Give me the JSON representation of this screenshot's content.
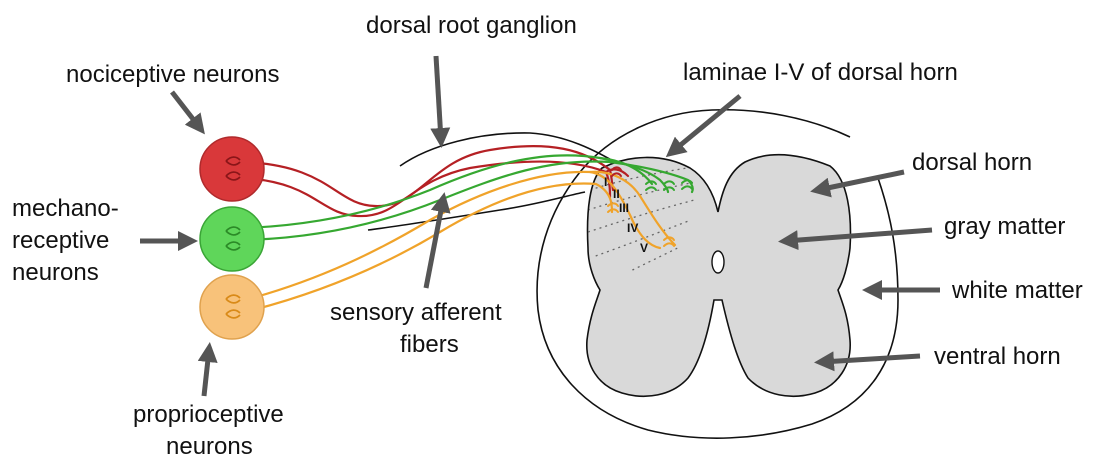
{
  "labels": {
    "dorsal_root_ganglion": "dorsal root ganglion",
    "nociceptive_neurons": "nociceptive neurons",
    "laminae": "laminae I-V of dorsal horn",
    "dorsal_horn": "dorsal horn",
    "mechano_line1": "mechano-",
    "mechano_line2": "receptive",
    "mechano_line3": "neurons",
    "gray_matter": "gray matter",
    "white_matter": "white matter",
    "sensory_line1": "sensory afferent",
    "sensory_line2": "fibers",
    "ventral_horn": "ventral horn",
    "proprio_line1": "proprioceptive",
    "proprio_line2": "neurons"
  },
  "lamina_labels": [
    "I",
    "II",
    "III",
    "IV",
    "V"
  ],
  "colors": {
    "nociceptive": "#d9383a",
    "nociceptive_fiber": "#b52024",
    "mechanoreceptive": "#5fd65a",
    "mechanoreceptive_fiber": "#36a831",
    "proprioceptive": "#f8c27a",
    "proprioceptive_fiber": "#f0a32a",
    "gray_matter": "#d9d9d9",
    "arrow": "#555555"
  }
}
